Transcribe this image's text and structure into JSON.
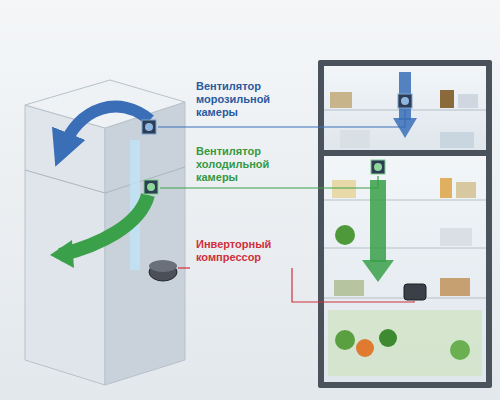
{
  "diagram": {
    "labels": [
      "Вентилятор морозильной камеры",
      "Вентилятор холодильной камеры",
      "Инверторный компрессор"
    ]
  }
}
